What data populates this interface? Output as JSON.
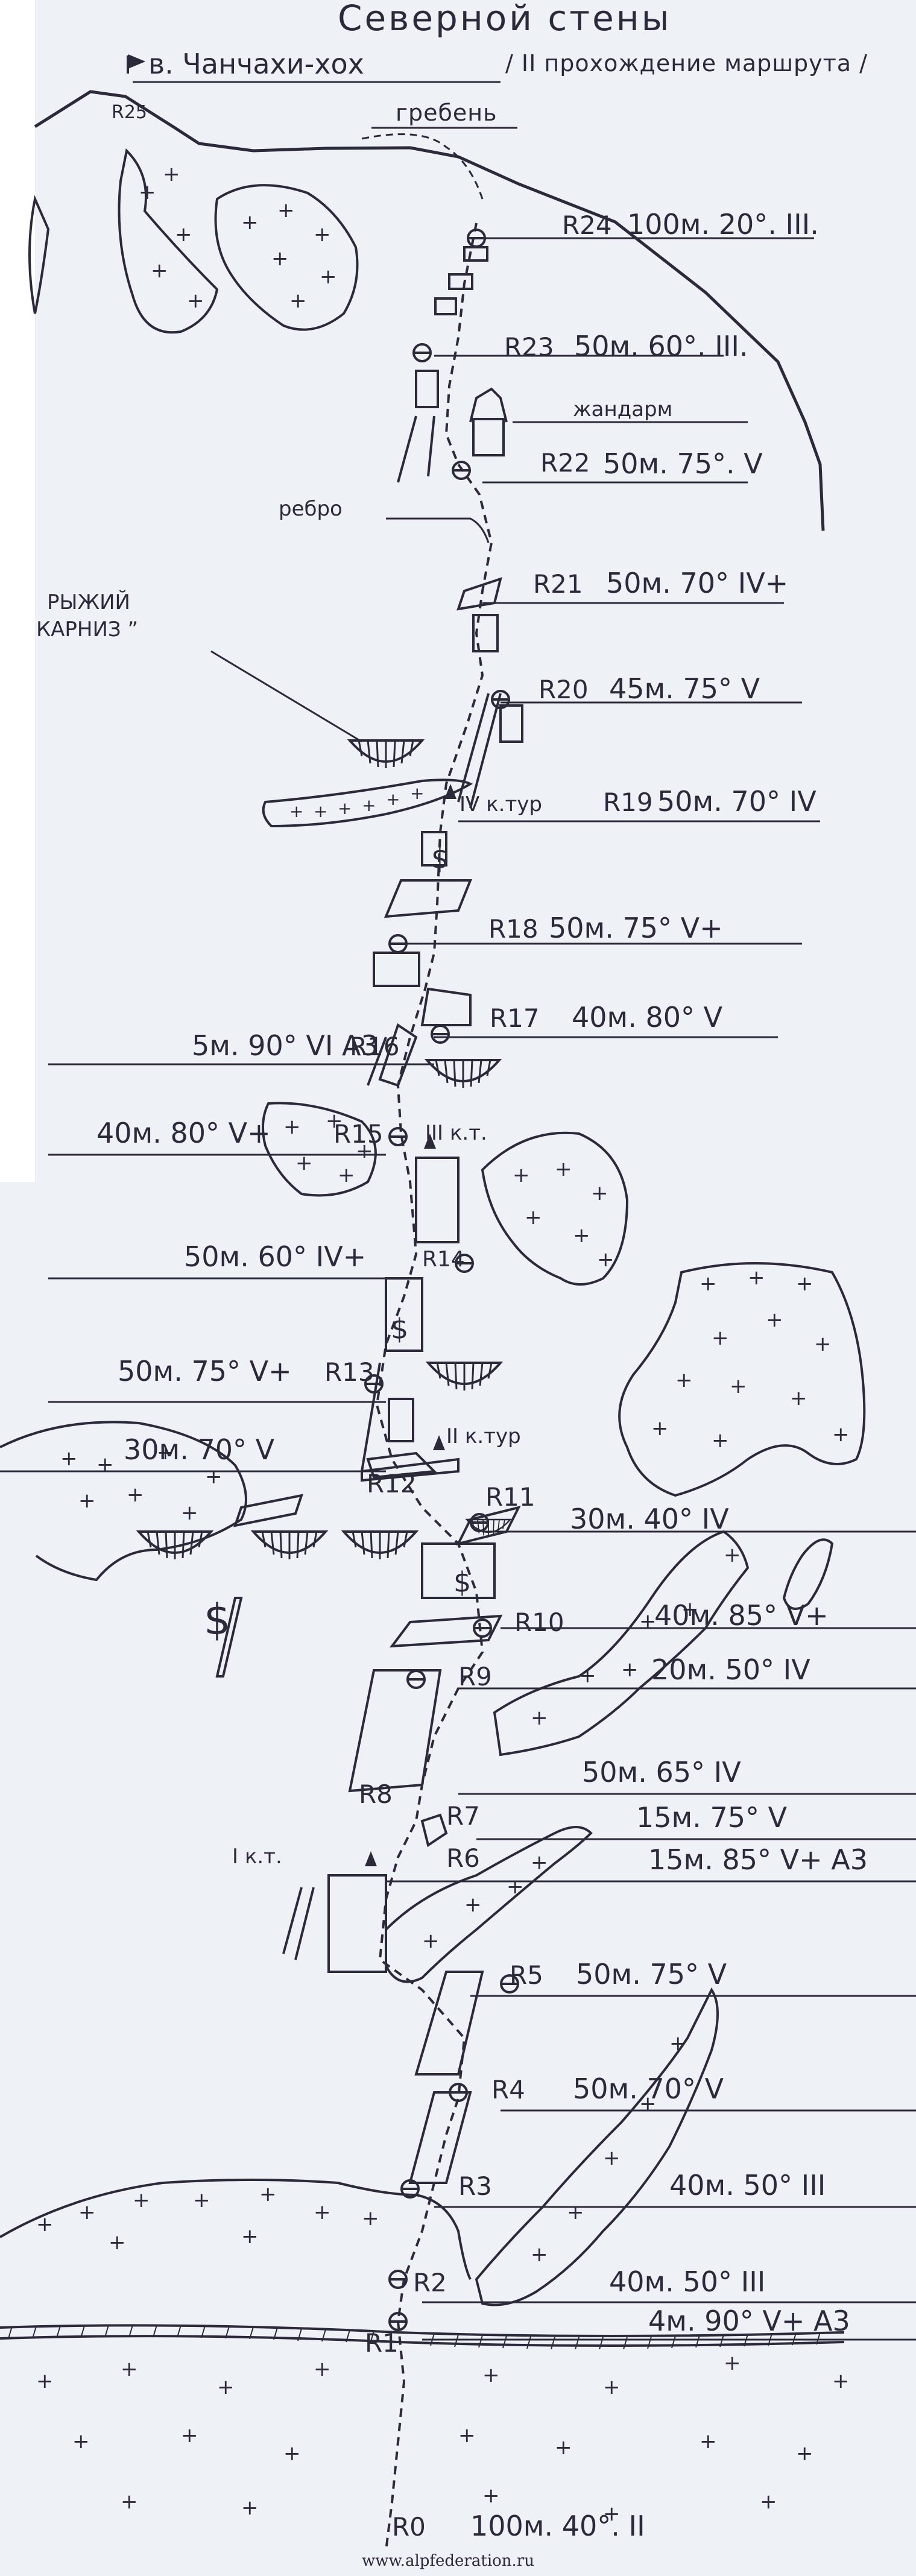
{
  "title": "Северной стены",
  "header_right": "/ II прохождение маршрута /",
  "peak": "в. Чанчахи-хох",
  "labels": {
    "ridge": "гребень",
    "gendarme": "жандарм",
    "rib": "ребро",
    "cornice_line1": "РЫЖИЙ",
    "cornice_line2": "КАРНИЗ ”"
  },
  "turs": {
    "t4": "IV к.тур",
    "t3": "III к.т.",
    "t2": "II к.тур",
    "t1": "I к.т."
  },
  "points": [
    "R0",
    "R1",
    "R2",
    "R3",
    "R4",
    "R5",
    "R6",
    "R7",
    "R8",
    "R9",
    "R10",
    "R11",
    "R12",
    "R13",
    "R14",
    "R15",
    "R16",
    "R17",
    "R18",
    "R19",
    "R20",
    "R21",
    "R22",
    "R23",
    "R24",
    "R25"
  ],
  "pitches": {
    "r24": "100м. 20°. III.",
    "r23": "50м. 60°. III.",
    "r22": "50м. 75°. V",
    "r21": "50м. 70° IV+",
    "r20": "45м. 75° V",
    "r19": "50м. 70° IV",
    "r18": "50м. 75° V+",
    "r17": "40м. 80° V",
    "r16": "5м. 90° VI A3",
    "r15": "40м. 80° V+",
    "r14": "50м. 60° IV+",
    "r13": "50м. 75° V+",
    "r12": "30м. 70° V",
    "r11": "30м. 40° IV",
    "r10": "40м. 85° V+",
    "r9": "20м. 50° IV",
    "r8": "50м. 65° IV",
    "r7": "15м. 75° V",
    "r6": "15м. 85° V+ A3",
    "r5": "50м. 75° V",
    "r4": "50м. 70° V",
    "r3": "40м. 50° III",
    "r2": "40м. 50° III",
    "r1": "4м. 90° V+ A3",
    "r0": "100м. 40°. II"
  },
  "watermark": "www.alpfederation.ru",
  "colors": {
    "ink": "#2a2a3a",
    "paper": "#eef2f7",
    "margin": "#ffffff"
  }
}
